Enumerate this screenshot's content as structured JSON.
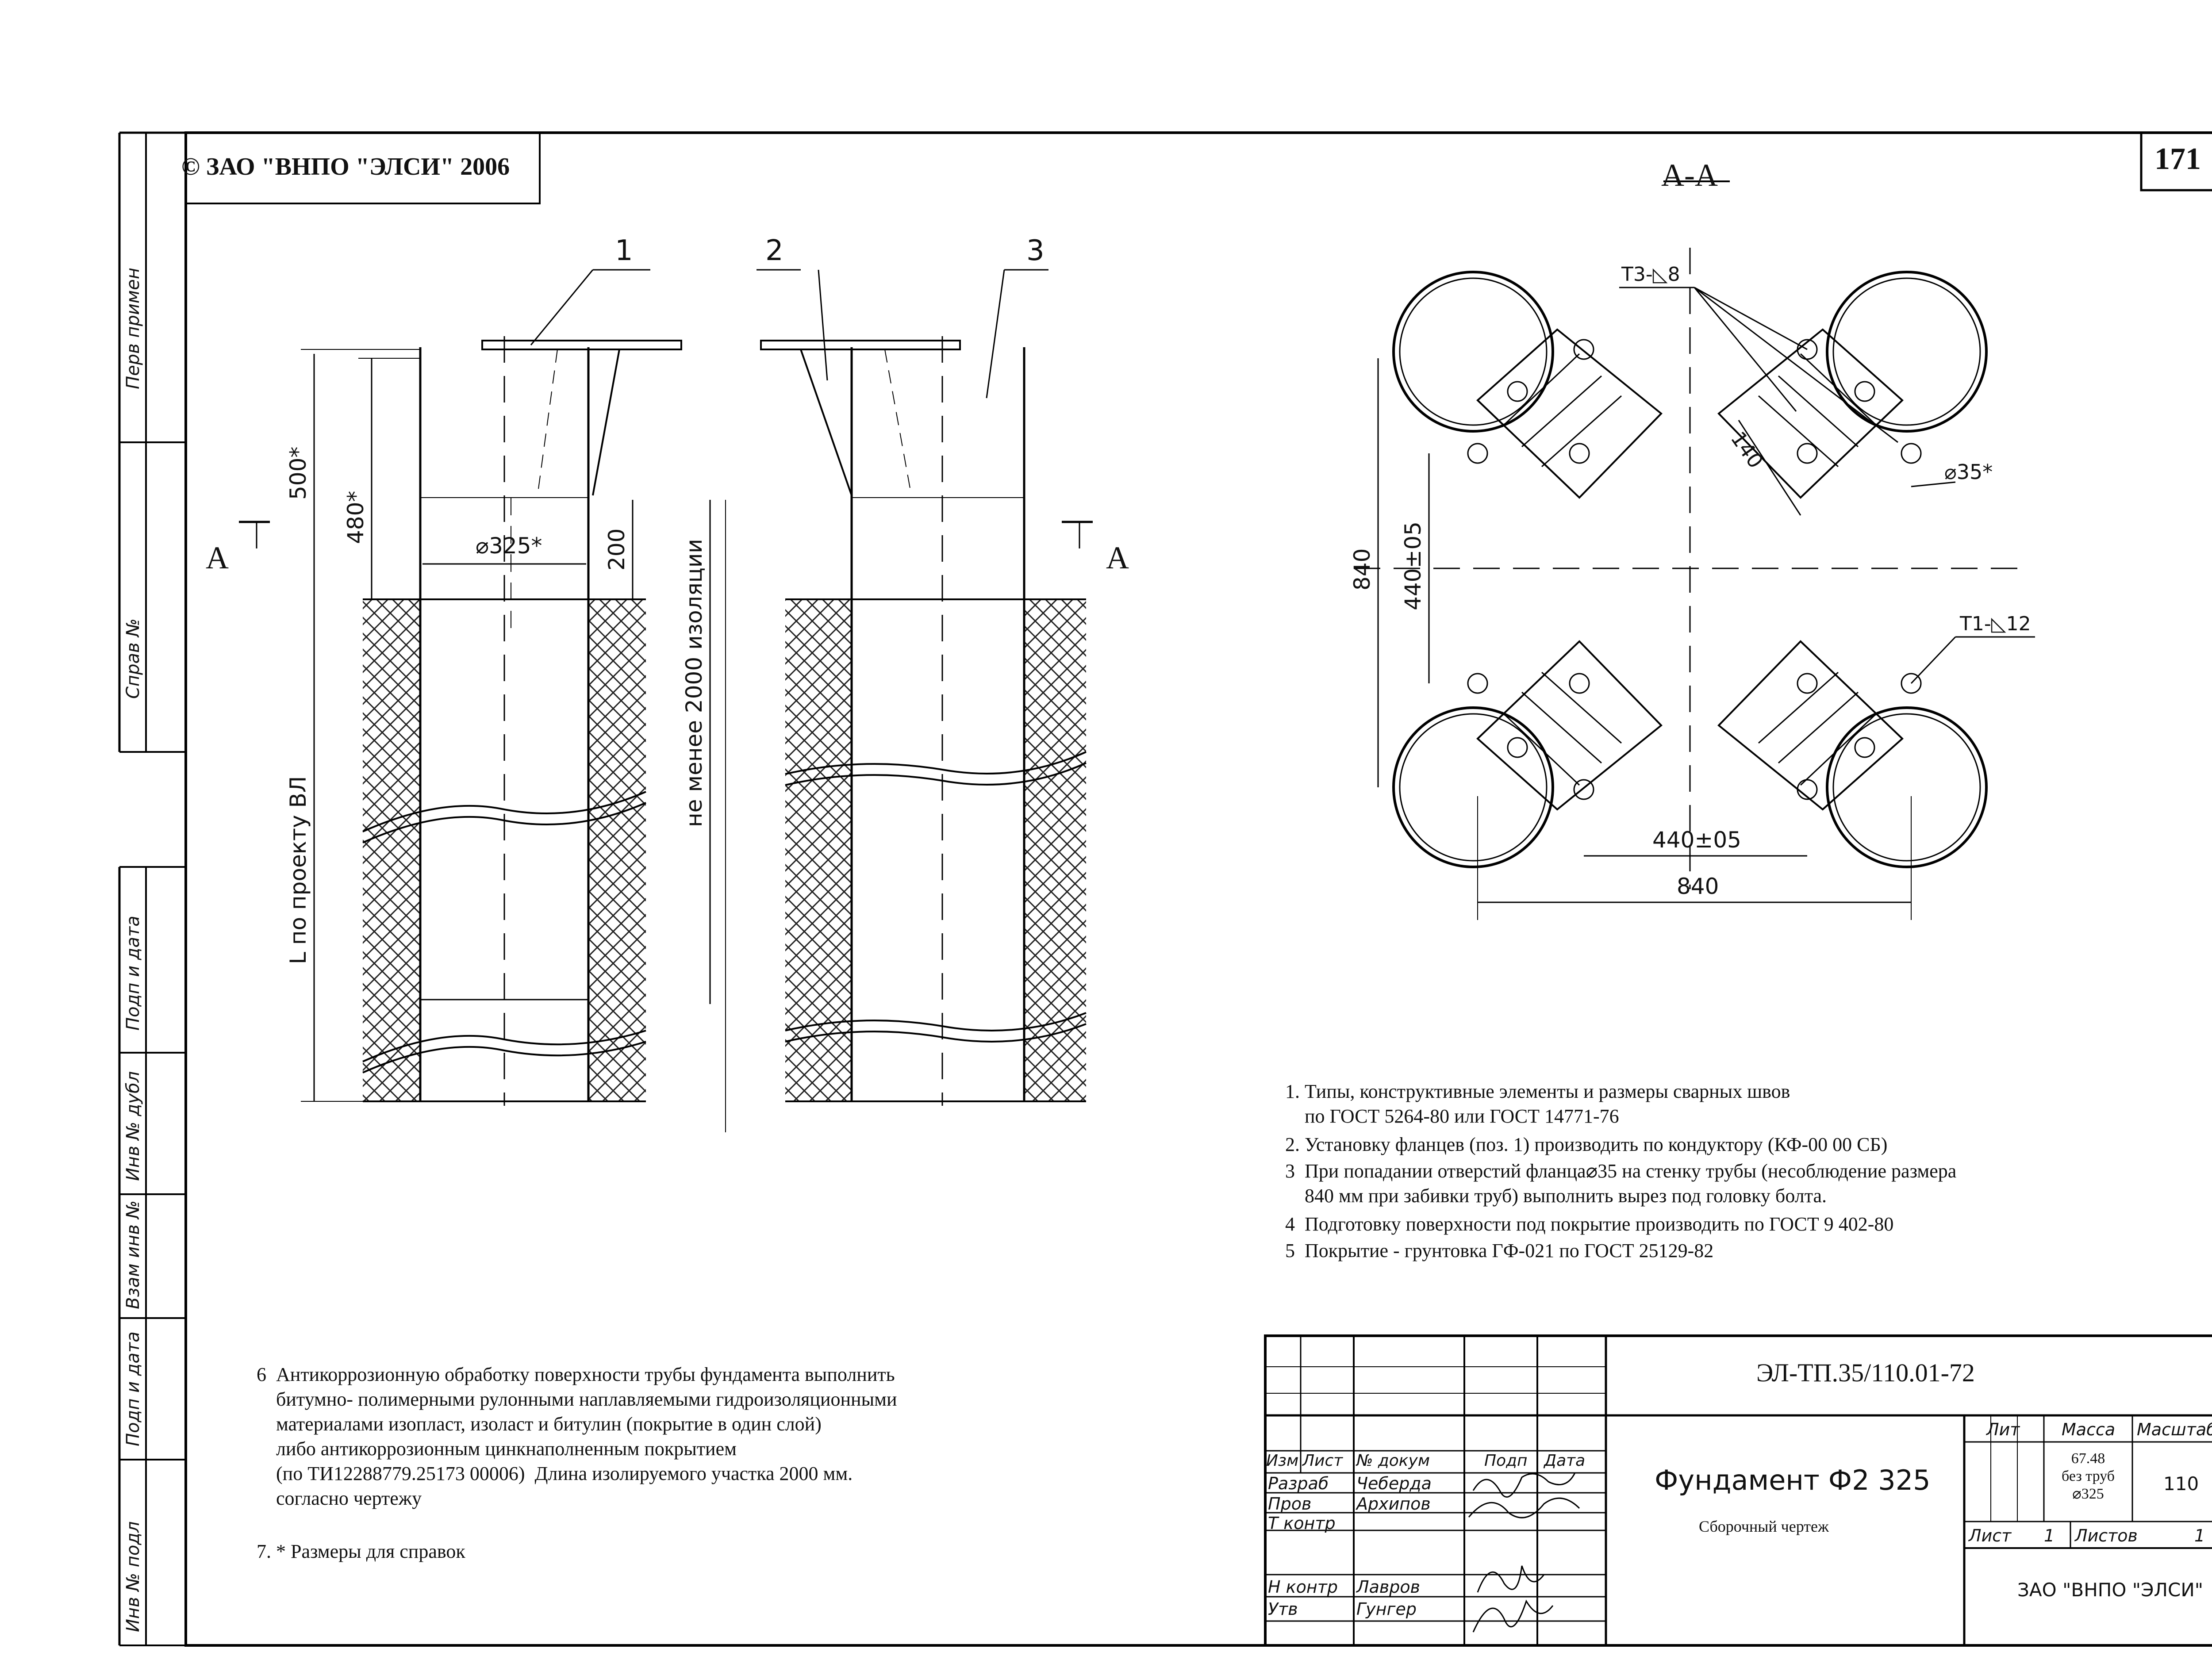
{
  "copyright": "© ЗАО \"ВНПО \"ЭЛСИ\" 2006",
  "sheet_number": "171",
  "section_title": "А-А",
  "side_stamps": [
    "Перв примен",
    "Справ №",
    "Подп и дата",
    "Инв № дубл",
    "Взам инв №",
    "Подп и дата",
    "Инв № подл"
  ],
  "elevation": {
    "callouts": [
      "1",
      "2",
      "3"
    ],
    "section_marker": "А",
    "dims": {
      "height_500": "500*",
      "height_480": "480*",
      "diameter": "⌀325*",
      "height_200": "200",
      "insulation": "не менее 2000 изоляции",
      "length": "L по проекту ВЛ"
    }
  },
  "plan": {
    "weld_top": "Т3-◺8",
    "weld_bottom": "Т1-◺12",
    "dim_140": "140",
    "hole": "⌀35*",
    "dim_840_v": "840",
    "dim_440_v": "440±05",
    "dim_440_h": "440±05",
    "dim_840_h": "840"
  },
  "notes": [
    "1. Типы, конструктивные элементы и размеры сварных швов\n    по ГОСТ 5264-80 или ГОСТ 14771-76",
    "2. Установку фланцев (поз. 1) производить по кондуктору (КФ-00 00 СБ)",
    "3  При попадании отверстий фланца⌀35 на стенку трубы (несоблюдение размера\n    840 мм при забивки труб) выполнить вырез под головку болта.",
    "4  Подготовку поверхности под покрытие производить по ГОСТ 9 402-80",
    "5  Покрытие - грунтовка ГФ-021 по ГОСТ 25129-82"
  ],
  "notes_lower": [
    "6  Антикоррозионную обработку поверхности трубы фундамента выполнить\n    битумно- полимерными рулонными наплавляемыми гидроизоляционными\n    материалами изопласт, изоласт и битулин (покрытие в один слой)\n    либо антикоррозионным цинкнаполненным покрытием\n    (по ТИ12288779.25173 00006)  Длина изолируемого участка 2000 мм.\n    согласно чертежу",
    "7. * Размеры для справок"
  ],
  "title_block": {
    "designation": "ЭЛ-ТП.35/110.01-72",
    "name": "Фундамент Ф2 325",
    "subtitle": "Сборочный чертеж",
    "col_headers": [
      "Изм",
      "Лист",
      "№ докум",
      "Подп",
      "Дата"
    ],
    "roles": [
      {
        "role": "Разраб",
        "name": "Чеберда"
      },
      {
        "role": "Пров",
        "name": "Архипов"
      },
      {
        "role": "Т контр",
        "name": ""
      },
      {
        "role": "Н контр",
        "name": "Лавров"
      },
      {
        "role": "Утв",
        "name": "Гунгер"
      }
    ],
    "lit_label": "Лит",
    "mass_label": "Масса",
    "scale_label": "Масштаб",
    "mass_value": "67.48\nбез труб\n⌀325",
    "scale_value": "110",
    "sheet_label": "Лист",
    "sheet_value": "1",
    "sheets_label": "Листов",
    "sheets_value": "1",
    "org": "ЗАО \"ВНПО \"ЭЛСИ\""
  }
}
